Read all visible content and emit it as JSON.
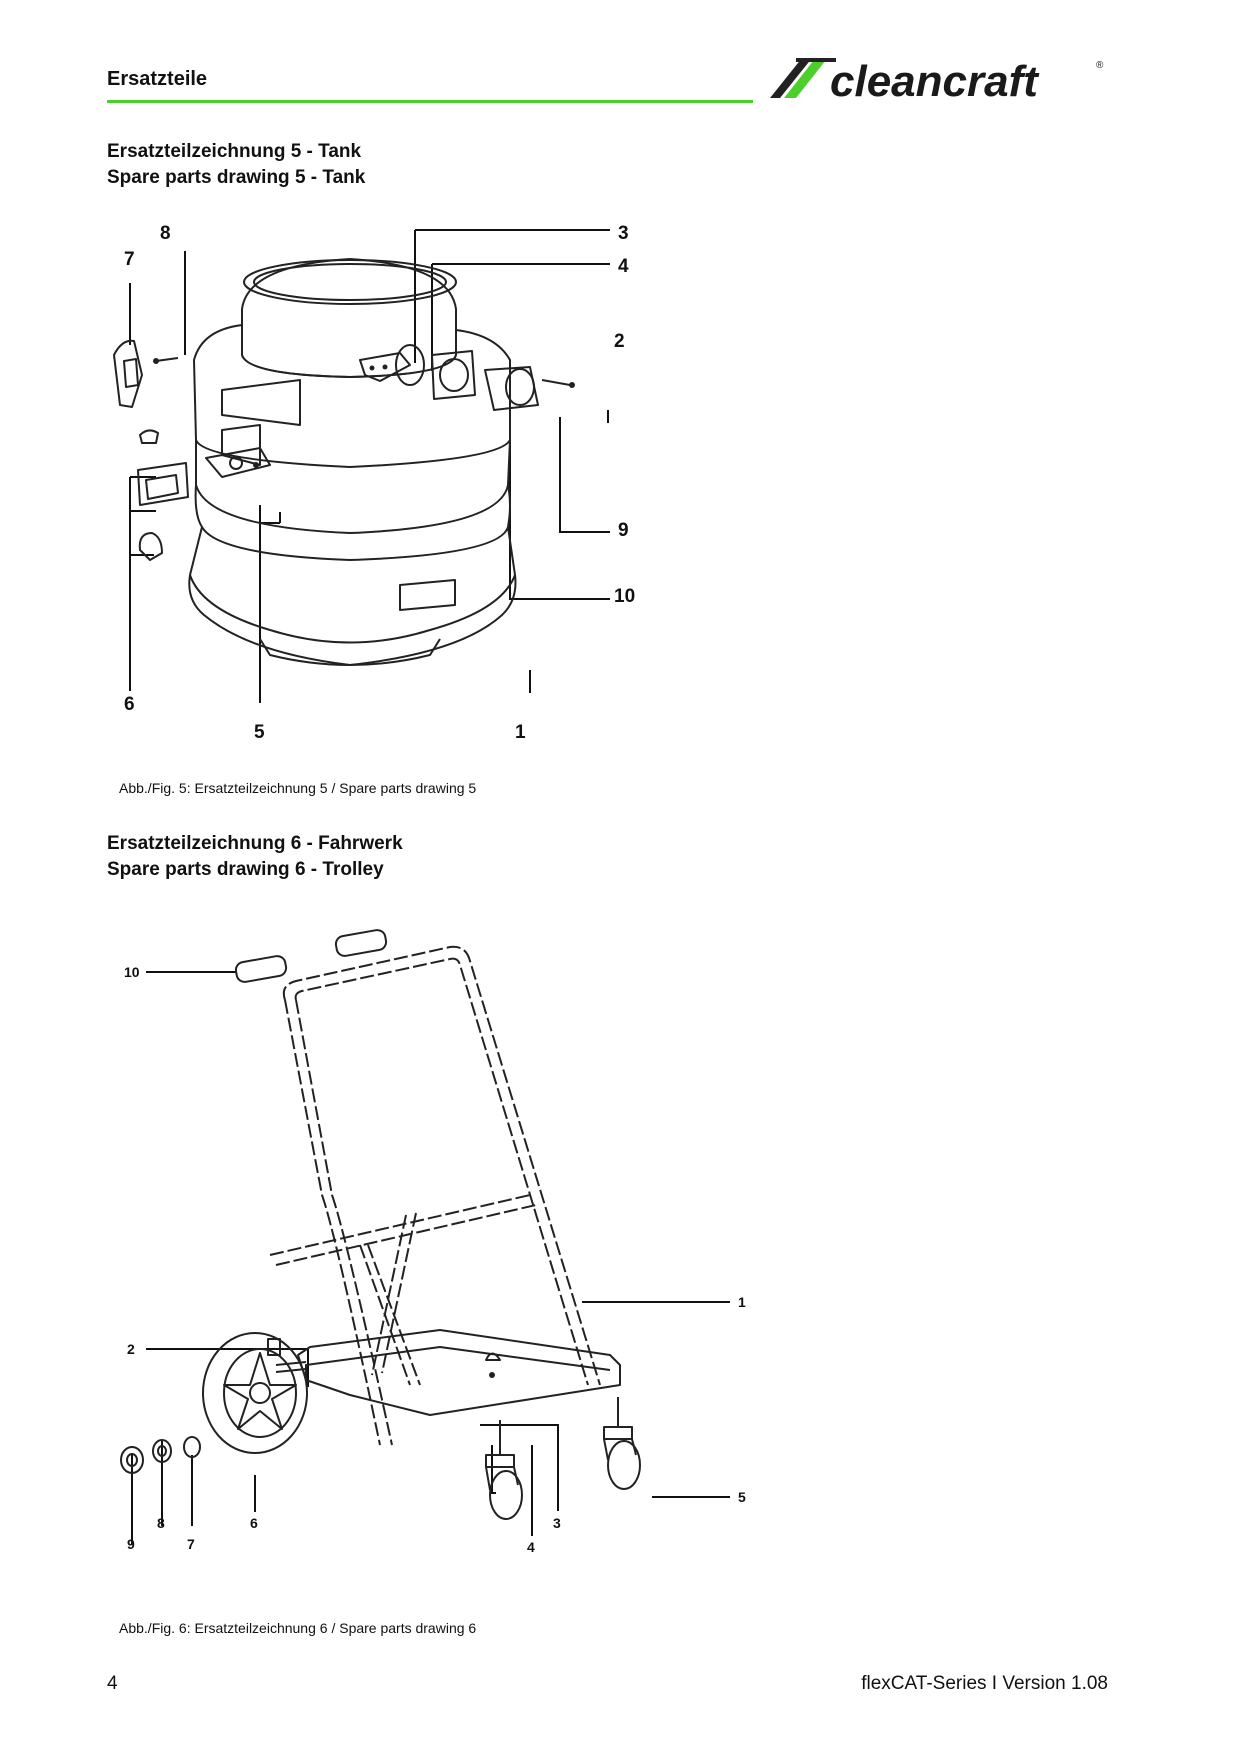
{
  "header": {
    "title": "Ersatzteile",
    "logo_text": "cleancraft",
    "brand_color": "#4ccf2a"
  },
  "section5": {
    "title_de": "Ersatzteilzeichnung 5 - Tank",
    "title_en": "Spare parts drawing 5 - Tank",
    "labels": [
      "1",
      "2",
      "3",
      "4",
      "5",
      "6",
      "7",
      "8",
      "9",
      "10"
    ],
    "caption": "Abb./Fig. 5: Ersatzteilzeichnung 5 / Spare parts drawing 5"
  },
  "section6": {
    "title_de": "Ersatzteilzeichnung 6 - Fahrwerk",
    "title_en": "Spare parts drawing 6 - Trolley",
    "labels": [
      "1",
      "2",
      "3",
      "4",
      "5",
      "6",
      "7",
      "8",
      "9",
      "10"
    ],
    "caption": "Abb./Fig. 6: Ersatzteilzeichnung 6 / Spare parts drawing 6"
  },
  "footer": {
    "page_number": "4",
    "doc_version": "flexCAT-Series I Version 1.08"
  }
}
